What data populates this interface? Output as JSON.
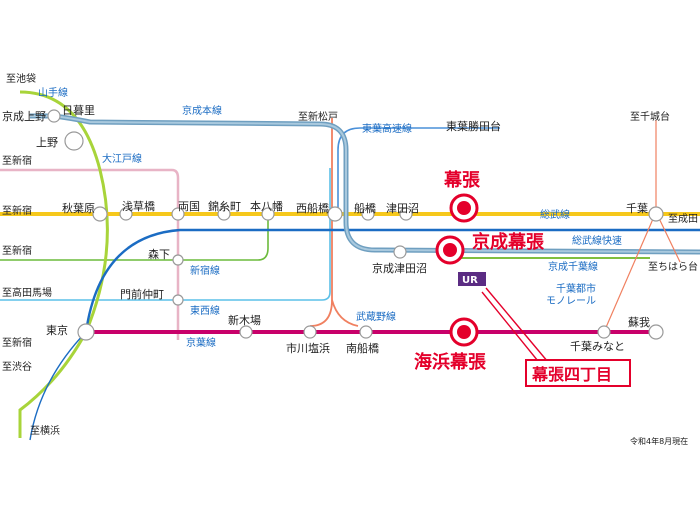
{
  "colors": {
    "yamanote": "#9acd32",
    "keisei_main": "#6f9fc0",
    "keisei_main_inner": "#a9c9de",
    "sobu": "#f6c81b",
    "sobu_rapid": "#1b6cc3",
    "shinjuku": "#6cbb3c",
    "oedo": "#e8b4c6",
    "tozai": "#5cc0e8",
    "keiyo": "#c8006a",
    "musashino": "#f08060",
    "keisei_chiba": "#7fbf3f",
    "monorail": "#f08060",
    "highlight": "#e4002b",
    "ur_logo": "#5b2c83"
  },
  "lines": {
    "yamanote": "山手線",
    "keisei_main": "京成本線",
    "oedo": "大江戸線",
    "shinjuku": "新宿線",
    "tozai": "東西線",
    "keiyo": "京葉線",
    "musashino": "武蔵野線",
    "toyo": "東葉高速線",
    "sobu": "総武線",
    "sobu_rapid": "総武線快速",
    "keisei_chiba": "京成千葉線",
    "monorail_1": "千葉都市",
    "monorail_2": "モノレール"
  },
  "destinations": {
    "ikebukuro": "至池袋",
    "shinjuku_1": "至新宿",
    "shinjuku_2": "至新宿",
    "shinjuku_3": "至新宿",
    "shinjuku_4": "至新宿",
    "takadanobaba": "至高田馬場",
    "shibuya": "至渋谷",
    "yokohama": "至横浜",
    "shinmatsudo": "至新松戸",
    "chishirodai": "至千城台",
    "narita": "至成田",
    "chiharadai": "至ちはら台"
  },
  "stations": {
    "keisei_ueno": "京成上野",
    "nippori": "日暮里",
    "ueno": "上野",
    "akihabara": "秋葉原",
    "asakusabashi": "浅草橋",
    "ryogoku": "両国",
    "kinshicho": "錦糸町",
    "motoyawata": "本八幡",
    "nishifunabashi": "西船橋",
    "funabashi": "船橋",
    "tsudanuma": "津田沼",
    "chiba": "千葉",
    "toyo_katsutadai": "東葉勝田台",
    "morishita": "森下",
    "monzen_nakacho": "門前仲町",
    "tokyo": "東京",
    "shinkiba": "新木場",
    "ichikawa_shiohama": "市川塩浜",
    "minami_funabashi": "南船橋",
    "keisei_tsudanuma": "京成津田沼",
    "chiba_minato": "千葉みなと",
    "soga": "蘇我"
  },
  "highlights": {
    "makuhari": "幕張",
    "keisei_makuhari": "京成幕張",
    "kaihin_makuhari": "海浜幕張",
    "site": "幕張四丁目"
  },
  "ur_logo": "UR",
  "note": "令和4年8月現在"
}
